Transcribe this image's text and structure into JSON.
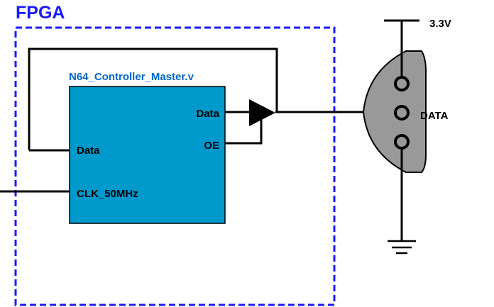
{
  "labels": {
    "fpga_title": "FPGA",
    "module_name": "N64_Controller_Master.v",
    "port_data_out": "Data",
    "port_oe": "OE",
    "port_data_in": "Data",
    "port_clk": "CLK_50MHz",
    "supply": "3.3V",
    "connector_data": "DATA"
  },
  "colors": {
    "fpga_blue": "#1a1aff",
    "module_fill": "#0099cc",
    "module_title": "#0066cc",
    "connector_fill": "#999999",
    "wire": "#000000"
  },
  "icons": {
    "buffer": "tristate-buffer-icon",
    "ground": "ground-icon",
    "connector": "controller-connector-icon"
  }
}
